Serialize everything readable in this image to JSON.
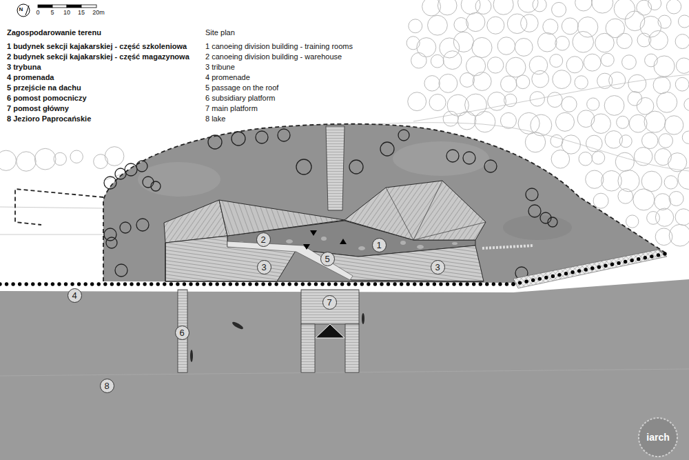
{
  "diagram": {
    "title": "Zagospodarowanie terenu",
    "nodes": [
      {
        "text": [
          "2"
        ]
      },
      {
        "text": [
          "1"
        ]
      },
      {
        "text": [
          "5"
        ]
      },
      {
        "text": [
          "3"
        ]
      },
      {
        "text": [
          "3"
        ]
      },
      {
        "text": [
          "4"
        ]
      },
      {
        "text": [
          "7"
        ]
      },
      {
        "text": [
          "6"
        ]
      },
      {
        "text": [
          "8"
        ]
      }
    ],
    "labels": [
      "Site plan",
      "1 budynek sekcji kajakarskiej - część szkoleniowa",
      "2 budynek sekcji kajakarskiej - część magazynowa",
      "3 trybuna",
      "4 promenada",
      "5 przejście na dachu",
      "6 pomost pomocniczy",
      "7 pomost główny",
      "8 Jezioro Paprocańskie",
      "1 canoeing division building - training rooms",
      "2 canoeing division building - warehouse",
      "3 tribune",
      "4 promenade",
      "5 passage on the roof",
      "6 subsidiary platform",
      "7 main platform",
      "8 lake",
      "0",
      "5",
      "10",
      "15",
      "20m",
      "N",
      "iarch"
    ]
  }
}
